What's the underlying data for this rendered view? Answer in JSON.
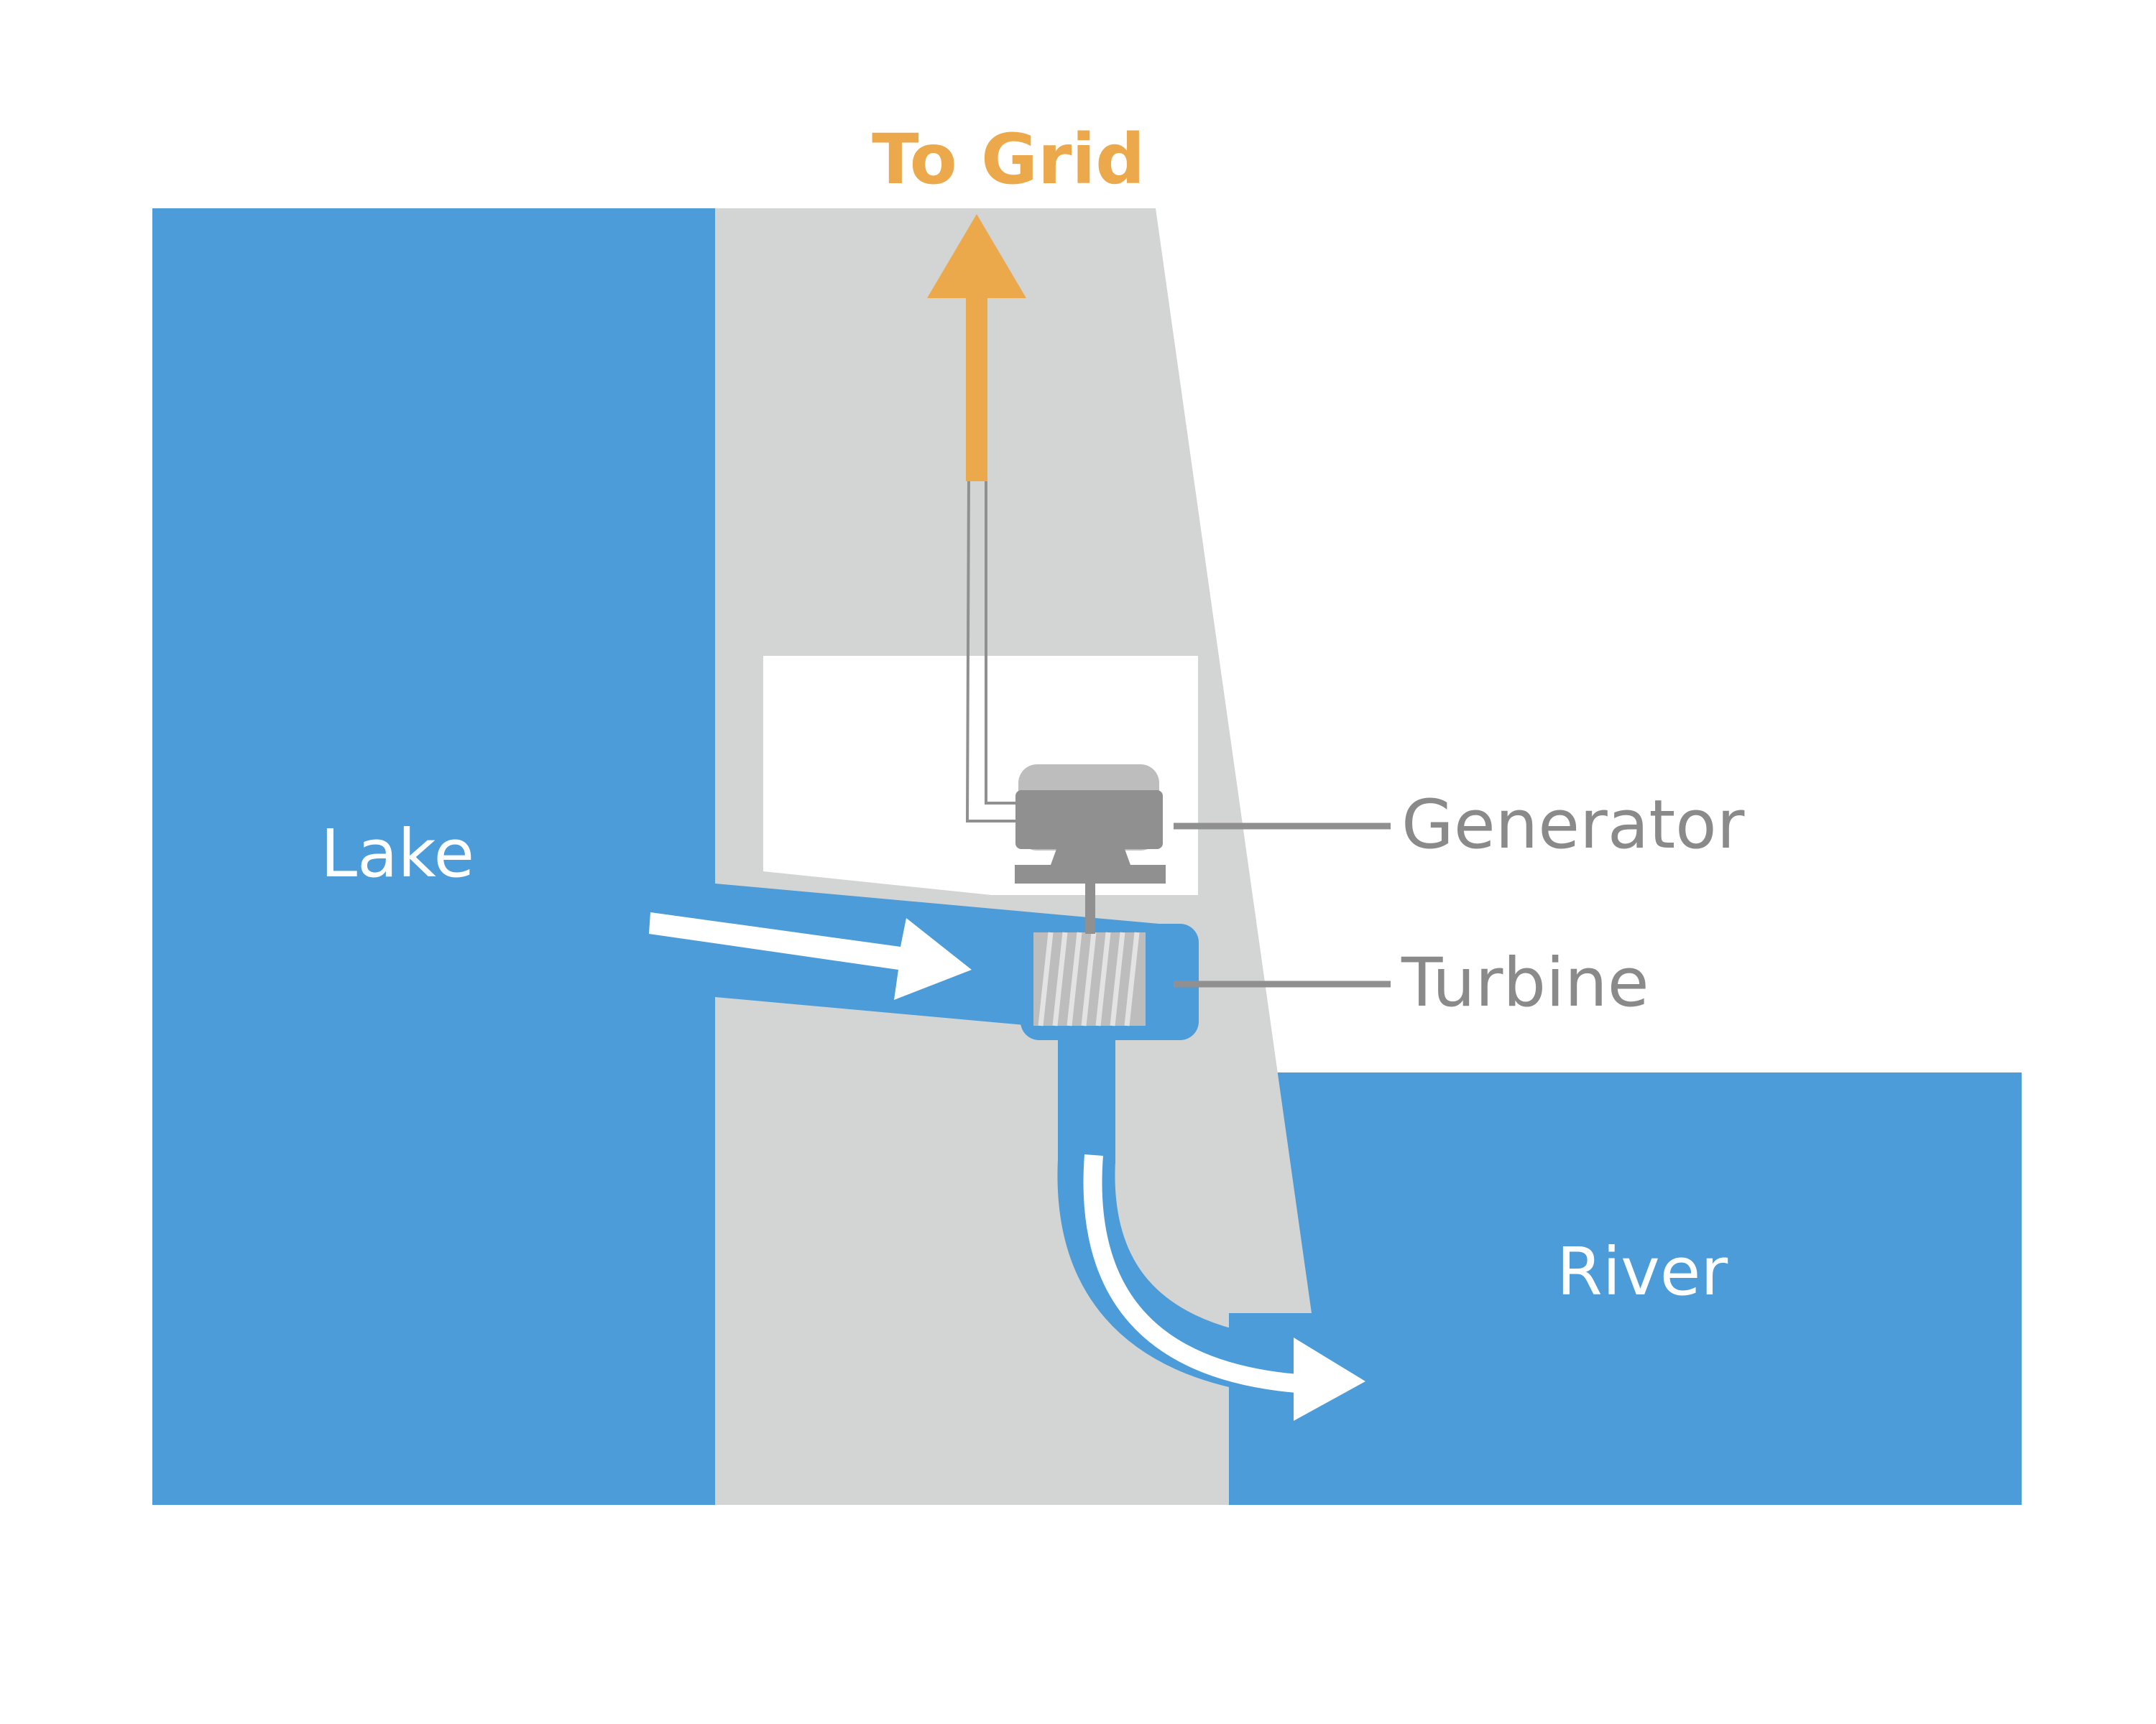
{
  "labels": {
    "to_grid": "To Grid",
    "lake": "Lake",
    "river": "River",
    "generator": "Generator",
    "turbine": "Turbine"
  },
  "colors": {
    "water": "#4b9cd8",
    "dam": "#d3d4d4",
    "power_line": "#eca94c",
    "machinery": "#909090",
    "callout_text": "#8a8a8a",
    "flow_arrow": "#ffffff",
    "background": "#ffffff"
  }
}
